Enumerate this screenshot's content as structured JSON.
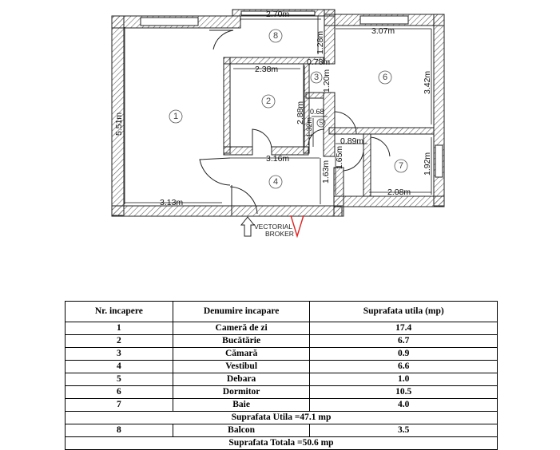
{
  "plan": {
    "dimensions": {
      "balcony_width": "2.70m",
      "balcony_depth": "1.28m",
      "kitchen_width": "2.38m",
      "kitchen_depth": "2.88m",
      "pantry_width": "0.78m",
      "pantry_depth": "1.20m",
      "living_height": "5.51m",
      "living_width": "3.13m",
      "hall_width": "3.16m",
      "hall_depth": "1.63m",
      "hall_depth_right": "1.65m",
      "bedroom_width": "3.07m",
      "bedroom_depth": "3.42m",
      "storage_width": "0.68",
      "storage_depth": "1.32m",
      "bath_door": "0.89m",
      "bath_width": "2.08m",
      "bath_depth": "1.92m"
    },
    "room_numbers": [
      "1",
      "2",
      "3",
      "4",
      "5",
      "6",
      "7",
      "8"
    ],
    "logo": {
      "line1": "VECTORIAL",
      "line2": "BROKER"
    }
  },
  "table": {
    "headers": [
      "Nr. incapere",
      "Denumire incapare",
      "Suprafata utila (mp)"
    ],
    "rows": [
      {
        "nr": "1",
        "name": "Cameră de zi",
        "area": "17.4"
      },
      {
        "nr": "2",
        "name": "Bucătărie",
        "area": "6.7"
      },
      {
        "nr": "3",
        "name": "Cămară",
        "area": "0.9"
      },
      {
        "nr": "4",
        "name": "Vestibul",
        "area": "6.6"
      },
      {
        "nr": "5",
        "name": "Debara",
        "area": "1.0"
      },
      {
        "nr": "6",
        "name": "Dormitor",
        "area": "10.5"
      },
      {
        "nr": "7",
        "name": "Baie",
        "area": "4.0"
      }
    ],
    "subtotal_label": "Suprafata Utila =47.1 mp",
    "balcony_row": {
      "nr": "8",
      "name": "Balcon",
      "area": "3.5"
    },
    "total_label": "Suprafata Totala =50.6 mp"
  }
}
